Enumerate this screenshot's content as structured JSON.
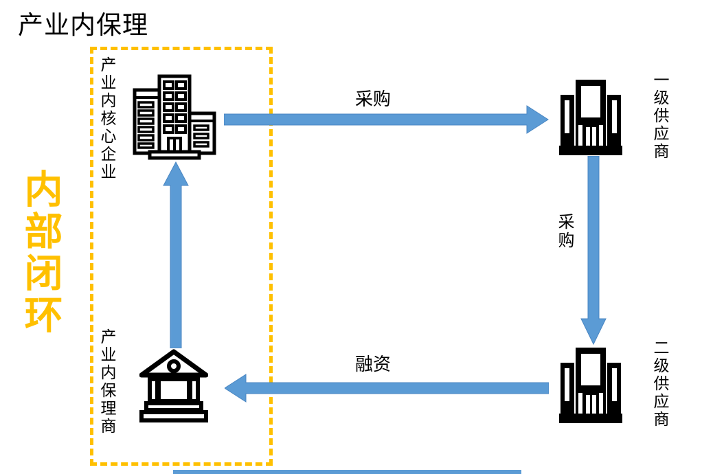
{
  "title": "产业内保理",
  "colors": {
    "accent_blue": "#5B9BD5",
    "accent_yellow": "#FFC000",
    "ink": "#000000"
  },
  "loop_box": {
    "side_label": "内部闭环",
    "style": "yellow-dashed-rectangle"
  },
  "nodes": {
    "core_enterprise": {
      "label": "产业内核心企业",
      "icon": "office-building-icon"
    },
    "factor": {
      "label": "产业内保理商",
      "icon": "bank-icon"
    },
    "tier1_supplier": {
      "label": "一级供应商",
      "icon": "company-building-icon"
    },
    "tier2_supplier": {
      "label": "二级供应商",
      "icon": "company-building-icon"
    }
  },
  "flows": {
    "purchase_top": {
      "label": "采购",
      "from": "core_enterprise",
      "to": "tier1_supplier",
      "direction": "right"
    },
    "purchase_right": {
      "label": "采购",
      "from": "tier1_supplier",
      "to": "tier2_supplier",
      "direction": "down"
    },
    "financing_bottom": {
      "label": "融资",
      "from": "tier2_supplier",
      "to": "factor",
      "direction": "left"
    },
    "payment_left": {
      "label": "",
      "from": "factor",
      "to": "core_enterprise",
      "direction": "up"
    }
  }
}
